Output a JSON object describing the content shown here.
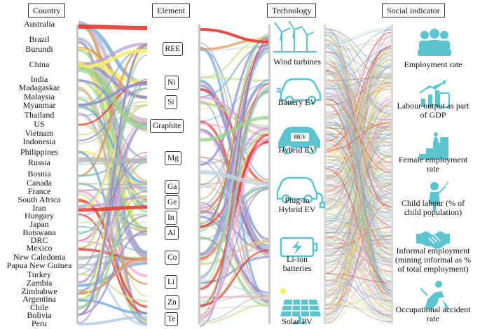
{
  "headers": {
    "country": "Country",
    "element": "Element",
    "technology": "Technology",
    "social": "Social indicator"
  },
  "countries": [
    "Australia",
    "Brazil",
    "Burundi",
    "China",
    "India",
    "Madagaskar",
    "Malaysia",
    "Myanmar",
    "Thailand",
    "US",
    "Vietnam",
    "Indonesia",
    "Philippines",
    "Russia",
    "Bosnia",
    "Canada",
    "France",
    "South Africa",
    "Iran",
    "Hungary",
    "Japan",
    "Botswana",
    "DRC",
    "Mexico",
    "New Caledonia",
    "Papua New Guinea",
    "Turkey",
    "Zambia",
    "Zimbabwe",
    "Argentina",
    "Chile",
    "Bolivia",
    "Peru"
  ],
  "elements": [
    "REE",
    "Ni",
    "Si",
    "Graphite",
    "Mg",
    "Ga",
    "Ge",
    "In",
    "Al",
    "Co",
    "Li",
    "Zn",
    "Te"
  ],
  "technologies": [
    {
      "label": "Wind turbines",
      "icon": "wind-turbine-icon"
    },
    {
      "label": "Battery EV",
      "icon": "battery-ev-icon"
    },
    {
      "label": "Hybrid EV",
      "icon": "hybrid-ev-icon",
      "badge": "HEV"
    },
    {
      "label": "Plug-in\nHybrid EV",
      "icon": "plug-in-hybrid-icon"
    },
    {
      "label": "Li-ion\nbatteries",
      "icon": "li-ion-battery-icon"
    },
    {
      "label": "Solar PV",
      "icon": "solar-panel-icon"
    }
  ],
  "social_indicators": [
    {
      "label": "Employment rate",
      "icon": "people-group-icon"
    },
    {
      "label": "Labour output as part\nof GDP",
      "icon": "growth-chart-icon"
    },
    {
      "label": "Female employment\nrate",
      "icon": "female-stairs-icon"
    },
    {
      "label": "Child labour (% of\nchild population)",
      "icon": "child-icon"
    },
    {
      "label": "Informal employment\n(mining informal as %\nof total employment)",
      "icon": "handshake-icon"
    },
    {
      "label": "Occupational accident\nrate",
      "icon": "falling-person-icon"
    }
  ],
  "colors": {
    "icon": "#5bc4cf",
    "flow_palette": [
      "#e8382f",
      "#8e8fd0",
      "#a8c6e0",
      "#9ad68c",
      "#f7ef6a",
      "#c7d3e4",
      "#d99652",
      "#f3a9cc",
      "#6da7d6",
      "#bda0d6",
      "#e7c38a",
      "#c9e29a",
      "#7fb8b0",
      "#b7b7b7"
    ]
  }
}
